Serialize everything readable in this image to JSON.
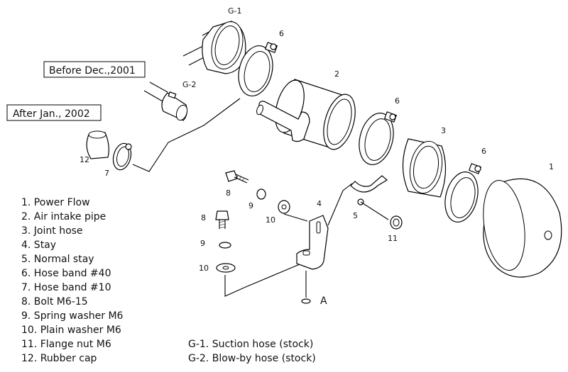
{
  "boxes": {
    "before": "Before Dec.,2001",
    "after": "After Jan., 2002"
  },
  "callouts": {
    "g1": "G-1",
    "g2": "G-2",
    "n1": "1",
    "n2": "2",
    "n3": "3",
    "n4": "4",
    "n5": "5",
    "n6a": "6",
    "n6b": "6",
    "n6c": "6",
    "n7": "7",
    "n8a": "8",
    "n8b": "8",
    "n9a": "9",
    "n9b": "9",
    "n10a": "10",
    "n10b": "10",
    "n11": "11",
    "n12": "12",
    "a": "A"
  },
  "parts_list": [
    "1. Power Flow",
    "2. Air intake pipe",
    "3. Joint hose",
    "4. Stay",
    "5. Normal stay",
    "6. Hose band  #40",
    "7. Hose band  #10",
    "8. Bolt  M6-15",
    "9. Spring washer  M6",
    "10. Plain washer  M6",
    "11. Flange nut  M6",
    "12. Rubber cap"
  ],
  "hose_list": [
    "G-1. Suction hose (stock)",
    "G-2. Blow-by hose (stock)"
  ]
}
